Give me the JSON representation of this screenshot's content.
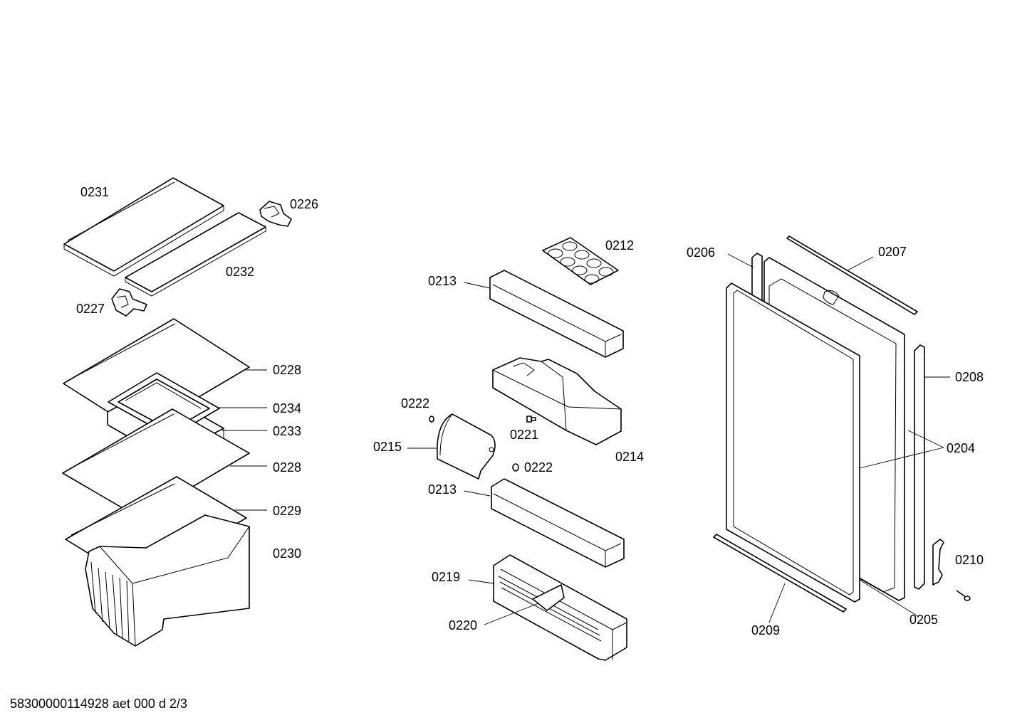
{
  "footer": {
    "document_code": "58300000114928 aet 000 d 2/3"
  },
  "labels": {
    "l0231": "0231",
    "l0226": "0226",
    "l0232": "0232",
    "l0227": "0227",
    "l0228a": "0228",
    "l0234": "0234",
    "l0233": "0233",
    "l0228b": "0228",
    "l0229": "0229",
    "l0230": "0230",
    "l0212": "0212",
    "l0213a": "0213",
    "l0222a": "0222",
    "l0221": "0221",
    "l0215": "0215",
    "l0214": "0214",
    "l0222b": "0222",
    "l0213b": "0213",
    "l0219": "0219",
    "l0220": "0220",
    "l0206": "0206",
    "l0207": "0207",
    "l0208": "0208",
    "l0204": "0204",
    "l0210": "0210",
    "l0205": "0205",
    "l0209": "0209"
  }
}
